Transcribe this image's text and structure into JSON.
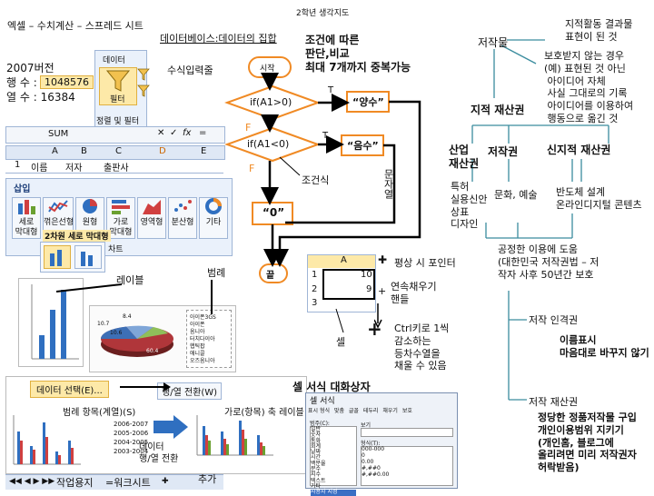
{
  "title": "2학년 생각지도",
  "colors": {
    "orange": "#f08a24",
    "arrow": "#000000",
    "teal": "#3a8c9e",
    "panel": "#eaf1fb"
  },
  "excel": {
    "heading": "엑셀 – 수치계산 – 스프레드 시트",
    "version": "2007버전",
    "rows_label": "행 수 :",
    "rows_value": "1048576",
    "cols_label": "열 수 : 16384",
    "data_tab": "데이터",
    "filter_btn": "필터",
    "sort_filter": "정렬 및 필터",
    "database_note": "데이터베이스:데이터의 집합",
    "formula_bar_label": "수식입력줄",
    "name_box": "SUM",
    "fx": "fx",
    "eq": "=",
    "col_headers": [
      "A",
      "B",
      "C",
      "D",
      "E"
    ],
    "row1": [
      "이름",
      "저자",
      "출판사"
    ],
    "insert_tab": "삽입",
    "chart_buttons": [
      "세로\n막대형",
      "꺾은선형",
      "원형",
      "가로\n막대형",
      "영역형",
      "분산형",
      "기타"
    ],
    "chart_sub": "2차원 세로 막대형",
    "chart_group": "차트",
    "label_note": "레이블",
    "legend_note": "범례",
    "pie_legend": [
      "아이폰3GS",
      "아이폰",
      "옴니아",
      "터치다이아",
      "햅틱팝",
      "애니콜",
      "오즈옴니아"
    ],
    "pie_values": [
      "10.7",
      "8.4",
      "10.6",
      "60.4"
    ],
    "select_data_btn": "데이터 선택(E)...",
    "switch_btn": "행/열 전환(W)",
    "legend_items_title": "범례 항목(계열)(S)",
    "axis_title": "가로(항목) 축 레이블",
    "series_years": [
      "2006-2007",
      "2005-2006",
      "2004-2005",
      "2003-2004"
    ],
    "data_switch_note": "데이터\n행/열 전환",
    "sheet_tabs": [
      "작업용지",
      "=워크시트"
    ],
    "add_note": "추가"
  },
  "flow": {
    "cond_note": "조건에 따른\n판단,비교\n최대 7개까지 중복가능",
    "start": "시작",
    "cond1": "if(A1>0)",
    "cond2": "if(A1<0)",
    "t1": "T",
    "t2": "T",
    "f1": "F",
    "f2": "F",
    "yes_text": "“양수”",
    "neg_text": "“음수”",
    "zero_text": "“0”",
    "end": "끝",
    "cond_label": "조건식",
    "string_label": "문자열"
  },
  "sheet": {
    "col_a": "A",
    "rows": [
      [
        "1",
        "10"
      ],
      [
        "2",
        "9"
      ],
      [
        "3",
        ""
      ]
    ],
    "cross_note": "평상 시 포인터",
    "fill_note": "연속채우기\n핸들",
    "ctrl_note": "Ctrl키로 1씩\n감소하는\n등차수열을\n채울 수 있음",
    "cell_note": "셀",
    "dialog_note": "셀 서식 대화상자",
    "dialog_title": "셀 서식",
    "dialog_tabs": [
      "표시 형식",
      "맞춤",
      "글꼴",
      "테두리",
      "채우기",
      "보호"
    ],
    "dialog_category": "범주(C):",
    "dialog_sample": "보기",
    "dialog_list": [
      "일반",
      "숫자",
      "통화",
      "회계",
      "날짜",
      "시간",
      "백분율",
      "분수",
      "지수",
      "텍스트",
      "기타",
      "사용자 지정"
    ],
    "dialog_type_label": "형식(T):",
    "dialog_formats": [
      "000-000",
      "0",
      "0.00",
      "#,##0",
      "#,##0.00"
    ]
  },
  "copyright": {
    "root": "저작물",
    "root_desc": "지적활동 결과물\n표현이 된 것",
    "unprotected": "보호받지 않는 경우\n(예) 표현된 것 아닌\n 아이디어 자체\n 사실 그대로의 기록\n 아이디어를 이용하여\n 행동으로 옮긴 것",
    "ip": "지적 재산권",
    "industrial": "산업\n재산권",
    "industrial_items": "특허\n실용신안\n상표\n디자인",
    "copyright": "저작권",
    "copyright_items": "문화, 예술",
    "new_ip": "신지적 재산권",
    "new_ip_items": "반도체 설계\n온라인디지털 콘텐츠",
    "fair_use": "공정한 이용에 도움\n(대한민국 저작권법 – 저\n작자 사후 50년간 보호",
    "moral": "저작 인격권",
    "moral_desc": "이름표시\n마음대로 바꾸지 않기",
    "property": "저작 재산권",
    "property_desc": "정당한 정품저작물 구입\n개인이용범위 지키기\n(개인홈, 블로그에\n올리려면 미리 저작권자\n허락받음)"
  }
}
